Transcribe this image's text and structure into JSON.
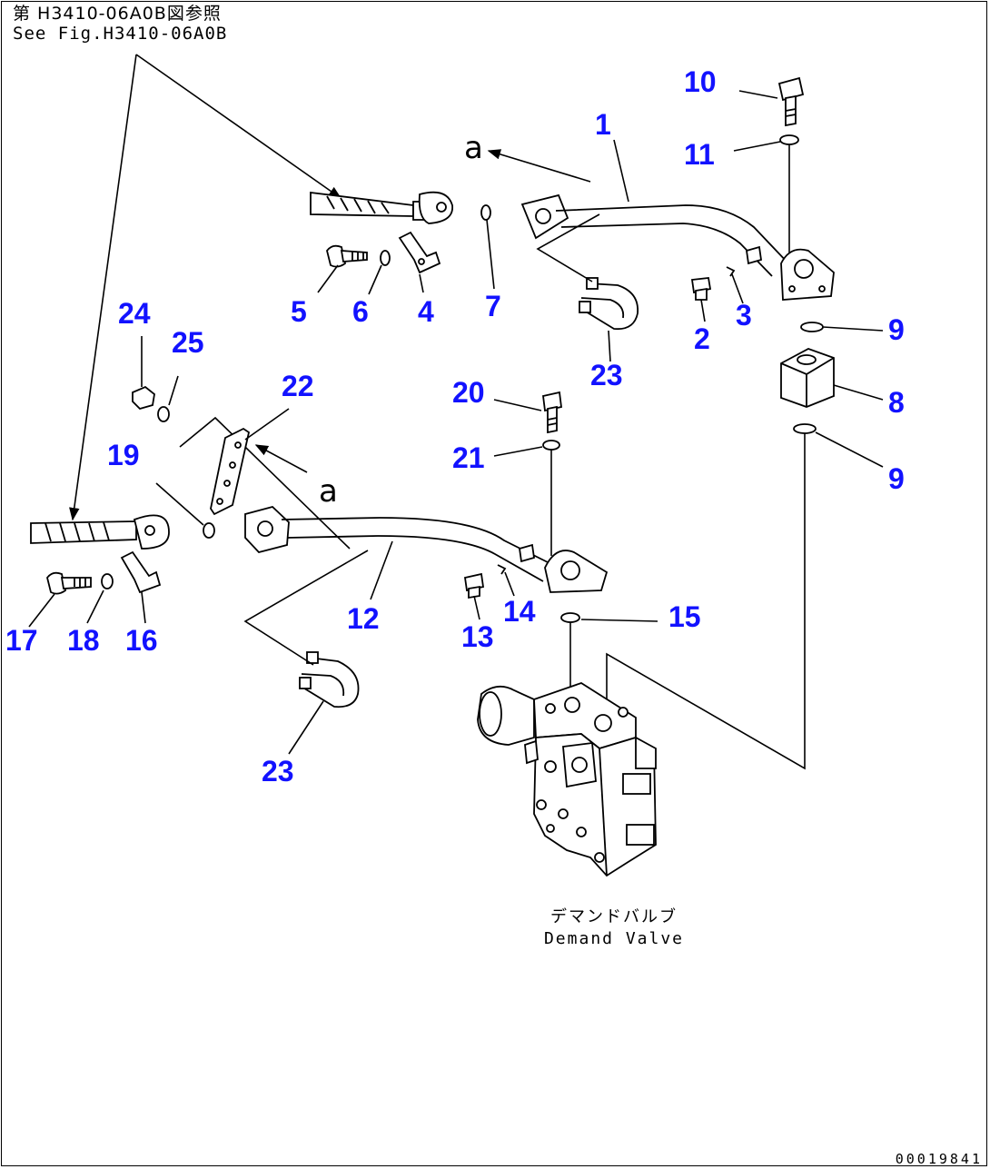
{
  "reference": {
    "jp": "第 H3410-06A0B図参照",
    "en": "See Fig.H3410-06A0B"
  },
  "caption": {
    "jp": "デマンドバルブ",
    "en": "Demand Valve"
  },
  "view_letter": "a",
  "drawing_code": "00019841",
  "colors": {
    "callout": "#1212ff",
    "line": "#000000"
  },
  "callouts": [
    {
      "id": "c10",
      "label": "10"
    },
    {
      "id": "c1",
      "label": "1"
    },
    {
      "id": "c11",
      "label": "11"
    },
    {
      "id": "c5",
      "label": "5"
    },
    {
      "id": "c6",
      "label": "6"
    },
    {
      "id": "c4",
      "label": "4"
    },
    {
      "id": "c7",
      "label": "7"
    },
    {
      "id": "c2",
      "label": "2"
    },
    {
      "id": "c3",
      "label": "3"
    },
    {
      "id": "c9a",
      "label": "9"
    },
    {
      "id": "c8",
      "label": "8"
    },
    {
      "id": "c9b",
      "label": "9"
    },
    {
      "id": "c24",
      "label": "24"
    },
    {
      "id": "c25",
      "label": "25"
    },
    {
      "id": "c22",
      "label": "22"
    },
    {
      "id": "c23a",
      "label": "23"
    },
    {
      "id": "c20",
      "label": "20"
    },
    {
      "id": "c21",
      "label": "21"
    },
    {
      "id": "c19",
      "label": "19"
    },
    {
      "id": "c12",
      "label": "12"
    },
    {
      "id": "c14",
      "label": "14"
    },
    {
      "id": "c13",
      "label": "13"
    },
    {
      "id": "c15",
      "label": "15"
    },
    {
      "id": "c17",
      "label": "17"
    },
    {
      "id": "c18",
      "label": "18"
    },
    {
      "id": "c16",
      "label": "16"
    },
    {
      "id": "c23b",
      "label": "23"
    }
  ]
}
